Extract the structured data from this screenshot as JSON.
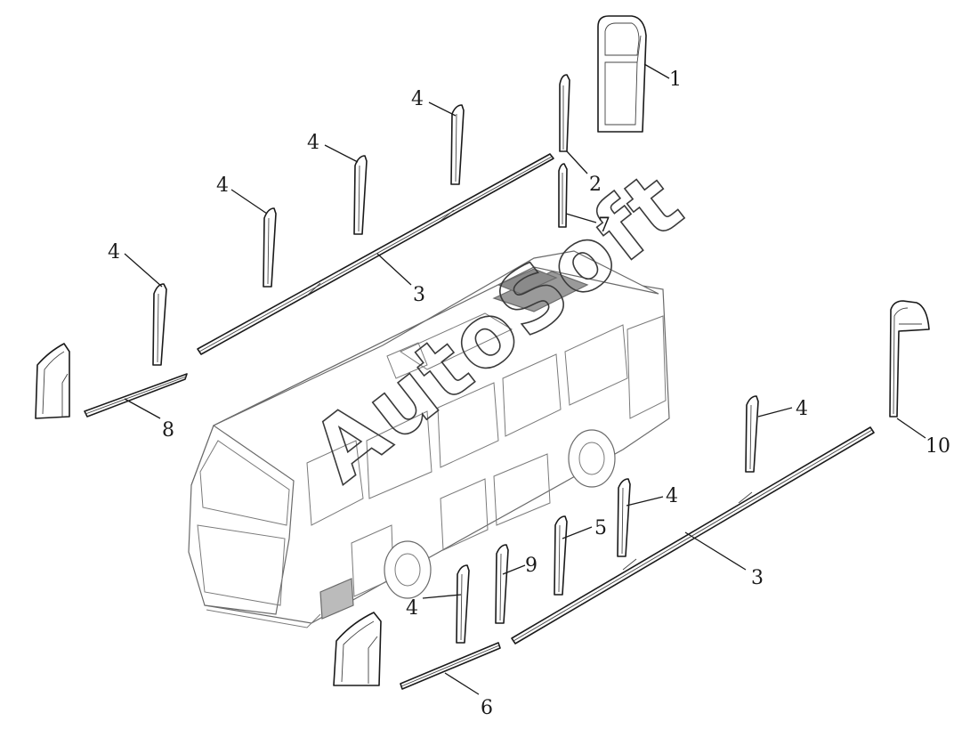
{
  "watermark": "AutoSoft",
  "callouts": {
    "c1": "1",
    "c2": "2",
    "c3_upper": "3",
    "c3_lower": "3",
    "c4_a": "4",
    "c4_b": "4",
    "c4_c": "4",
    "c4_d": "4",
    "c4_e": "4",
    "c4_f": "4",
    "c4_g": "4",
    "c5": "5",
    "c6": "6",
    "c7": "7",
    "c8": "8",
    "c9": "9",
    "c10": "10"
  }
}
